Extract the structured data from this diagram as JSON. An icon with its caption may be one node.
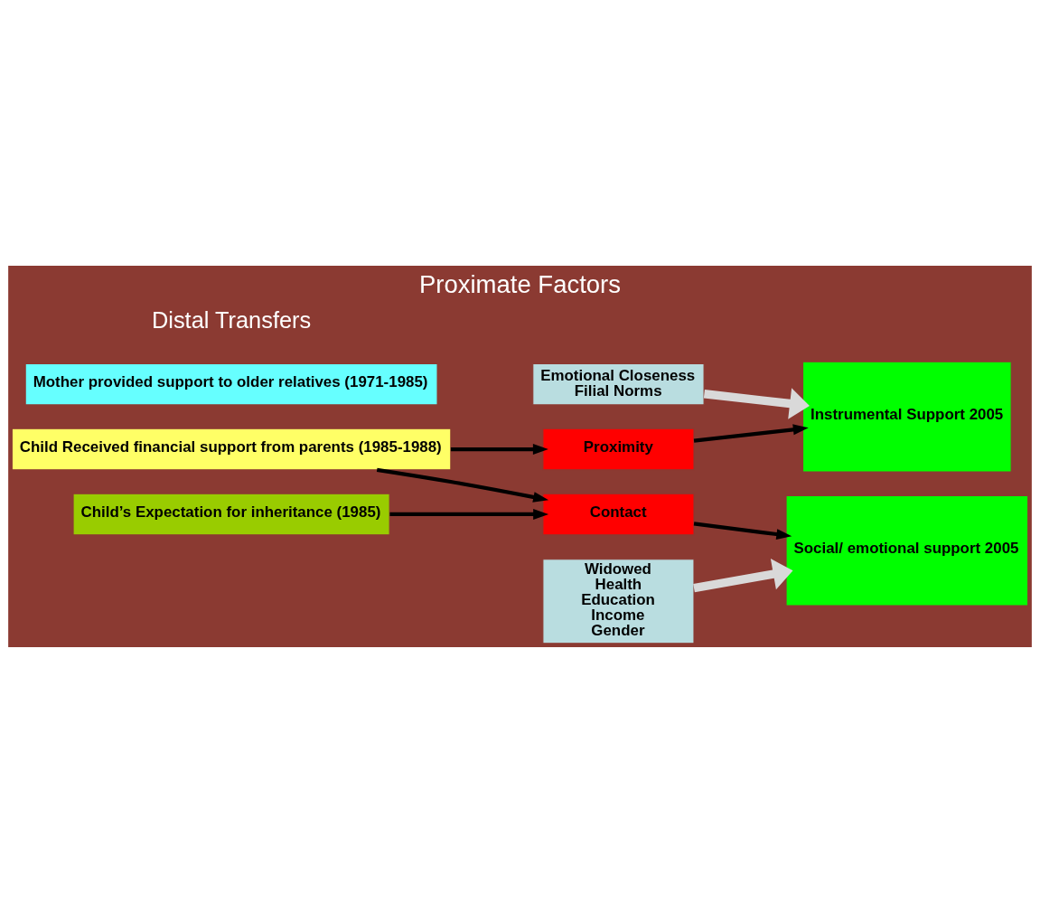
{
  "diagram": {
    "title": "Proximate Factors",
    "nodes": [
      {
        "text": [
          "Mother provided support to older relatives (1971-1985)"
        ]
      },
      {
        "text": [
          "Child Received financial support from parents (1985-1988)"
        ]
      },
      {
        "text": [
          "Child’s Expectation for inheritance (1985)"
        ]
      },
      {
        "text": [
          "Emotional Closeness",
          "Filial Norms"
        ]
      },
      {
        "text": [
          "Proximity"
        ]
      },
      {
        "text": [
          "Contact"
        ]
      },
      {
        "text": [
          "Instrumental Support 2005"
        ]
      },
      {
        "text": [
          "Social/ emotional support 2005"
        ]
      },
      {
        "text": [
          "Widowed",
          "Health",
          "Education",
          "Income",
          "Gender"
        ]
      }
    ],
    "edges": [
      {
        "from": 1,
        "to": 4,
        "arrow": "to"
      },
      {
        "from": 1,
        "to": 5,
        "arrow": "to"
      },
      {
        "from": 2,
        "to": 5,
        "arrow": "to"
      },
      {
        "from": 4,
        "to": 6,
        "arrow": "to"
      },
      {
        "from": 5,
        "to": 7,
        "arrow": "to"
      },
      {
        "from": 3,
        "to": 6,
        "arrow": "to",
        "style": "thick",
        "color": "#d9d9d9"
      },
      {
        "from": 8,
        "to": 7,
        "arrow": "to",
        "style": "thick",
        "color": "#d9d9d9"
      }
    ],
    "labels": [
      "Distal Transfers"
    ]
  }
}
